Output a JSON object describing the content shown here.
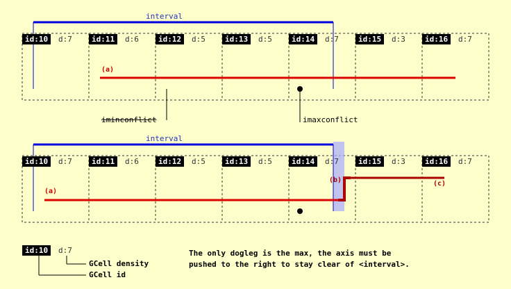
{
  "top": {
    "interval_label": "interval",
    "cells": [
      {
        "id": "id:10",
        "density": "d:7"
      },
      {
        "id": "id:11",
        "density": "d:6"
      },
      {
        "id": "id:12",
        "density": "d:5"
      },
      {
        "id": "id:13",
        "density": "d:5"
      },
      {
        "id": "id:14",
        "density": "d:7"
      },
      {
        "id": "id:15",
        "density": "d:3"
      },
      {
        "id": "id:16",
        "density": "d:7"
      }
    ],
    "segment_label": "(a)",
    "iminconflict_label": "iminconflict",
    "imaxconflict_label": "imaxconflict"
  },
  "bottom": {
    "interval_label": "interval",
    "cells": [
      {
        "id": "id:10",
        "density": "d:7"
      },
      {
        "id": "id:11",
        "density": "d:6"
      },
      {
        "id": "id:12",
        "density": "d:5"
      },
      {
        "id": "id:13",
        "density": "d:5"
      },
      {
        "id": "id:14",
        "density": "d:7"
      },
      {
        "id": "id:15",
        "density": "d:3"
      },
      {
        "id": "id:16",
        "density": "d:7"
      }
    ],
    "segment_a_label": "(a)",
    "segment_b_label": "(b)",
    "segment_c_label": "(c)"
  },
  "legend": {
    "id": "id:10",
    "density": "d:7",
    "density_caption": "GCell density",
    "id_caption": "GCell id"
  },
  "note": {
    "line1": "The only dogleg is the max, the axis must be",
    "line2": "pushed to the right to stay clear of <interval>."
  },
  "colors": {
    "interval": "#0000dd",
    "segment": "#dd0000",
    "dogleg": "#aa0000",
    "highlight": "#aaaaff"
  }
}
